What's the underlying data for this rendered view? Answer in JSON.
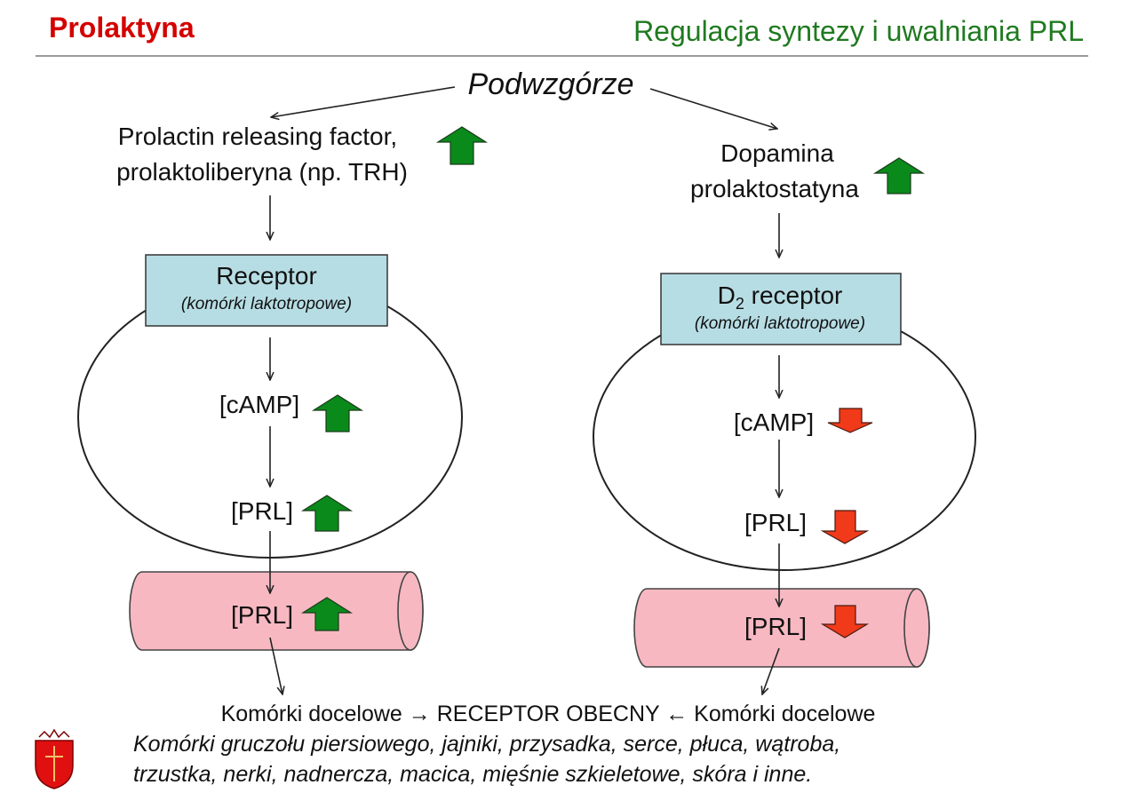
{
  "slide": {
    "title": "Prolaktyna",
    "subtitle": "Regulacja syntezy i uwalniania PRL"
  },
  "diagram": {
    "top_node": "Podwzgórze",
    "left": {
      "factor_line1": "Prolactin releasing factor,",
      "factor_line2": "prolaktoliberyna (np. TRH)",
      "receptor_title": "Receptor",
      "receptor_subtitle": "(komórki laktotropowe)",
      "camp": "[cAMP]",
      "prl_cell": "[PRL]",
      "prl_blood": "[PRL]"
    },
    "right": {
      "factor_line1": "Dopamina",
      "factor_line2": "prolaktostatyna",
      "receptor_title_main": "D",
      "receptor_title_sub": "2",
      "receptor_title_rest": " receptor",
      "receptor_subtitle": "(komórki laktotropowe)",
      "camp": "[cAMP]",
      "prl_cell": "[PRL]",
      "prl_blood": "[PRL]"
    },
    "bottom_line": "Komórki docelowe → RECEPTOR OBECNY ← Komórki docelowe",
    "targets_line1": "Komórki gruczołu piersiowego, jajniki, przysadka, serce, płuca, wątroba,",
    "targets_line2": "trzustka, nerki, nadnercza, macica, mięśnie szkieletowe, skóra i inne."
  },
  "colors": {
    "title_red": "#d40000",
    "title_green": "#1f7a1f",
    "arrow_up_green": "#0a8a1a",
    "arrow_down_red": "#f03a1a",
    "receptor_box": "#b7dde4",
    "vessel_fill": "#f7b8c2"
  },
  "icons": {
    "up": "green-up-arrow-icon",
    "down": "red-down-arrow-icon",
    "logo": "shield-logo-icon"
  }
}
